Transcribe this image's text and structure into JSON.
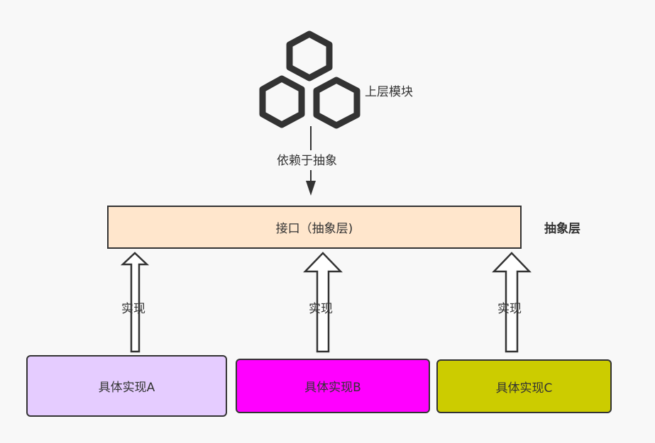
{
  "diagram": {
    "upper_module": {
      "label": "上层模块",
      "icon": "hexagon-cluster-icon"
    },
    "dependency_arrow": {
      "label": "依赖于抽象"
    },
    "interface_box": {
      "label": "接口（抽象层)",
      "fill": "#ffe6cc"
    },
    "abstract_layer_label": "抽象层",
    "implement_arrows": [
      {
        "label": "实现"
      },
      {
        "label": "实现"
      },
      {
        "label": "实现"
      }
    ],
    "implementations": [
      {
        "label": "具体实现A",
        "fill": "#e5ccff"
      },
      {
        "label": "具体实现B",
        "fill": "#ff00ff"
      },
      {
        "label": "具体实现C",
        "fill": "#cccc00"
      }
    ],
    "colors": {
      "stroke": "#333333",
      "background": "#f8f8f8"
    }
  }
}
